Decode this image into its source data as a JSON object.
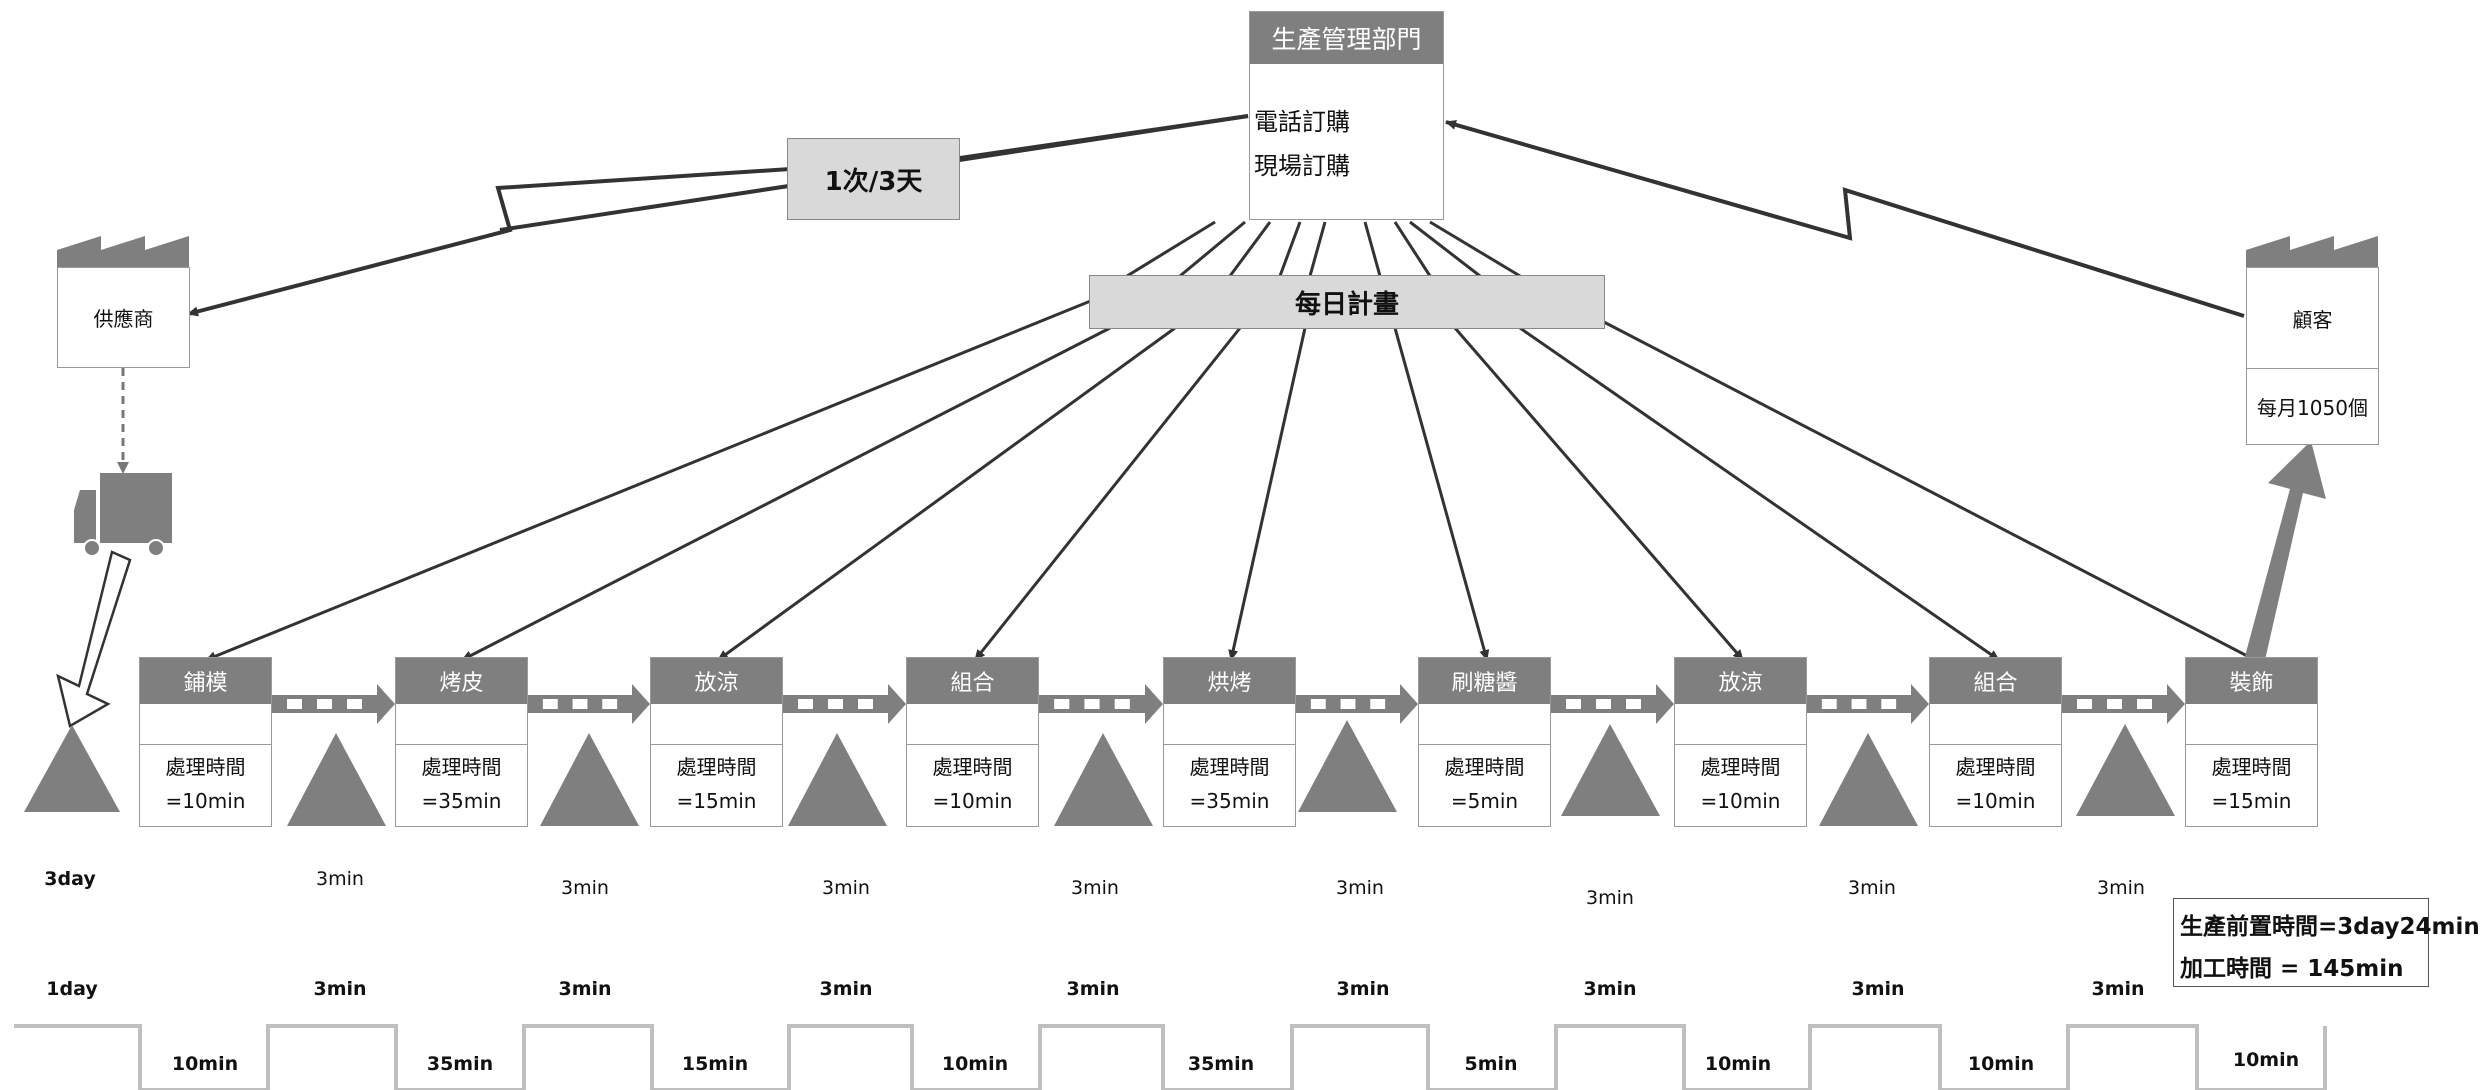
{
  "control": {
    "title": "生產管理部門",
    "line1": "電話訂購",
    "line2": "現場訂購"
  },
  "freq_label": "1次/3天",
  "schedule_label": "每日計畫",
  "supplier": {
    "name": "供應商"
  },
  "customer": {
    "name": "顧客",
    "demand": "每月1050個"
  },
  "processes": [
    {
      "name": "鋪模",
      "time_label": "處理時間",
      "time": "=10min"
    },
    {
      "name": "烤皮",
      "time_label": "處理時間",
      "time": "=35min"
    },
    {
      "name": "放涼",
      "time_label": "處理時間",
      "time": "=15min"
    },
    {
      "name": "組合",
      "time_label": "處理時間",
      "time": "=10min"
    },
    {
      "name": "烘烤",
      "time_label": "處理時間",
      "time": "=35min"
    },
    {
      "name": "刷糖醬",
      "time_label": "處理時間",
      "time": "=5min"
    },
    {
      "name": "放涼",
      "time_label": "處理時間",
      "time": "=10min"
    },
    {
      "name": "組合",
      "time_label": "處理時間",
      "time": "=10min"
    },
    {
      "name": "裝飾",
      "time_label": "處理時間",
      "time": "=15min"
    }
  ],
  "inventory_labels": [
    "3day",
    "3min",
    "3min",
    "3min",
    "3min",
    "3min",
    "3min",
    "3min",
    "3min"
  ],
  "timeline_wait": [
    "1day",
    "3min",
    "3min",
    "3min",
    "3min",
    "3min",
    "3min",
    "3min",
    "3min"
  ],
  "timeline_proc": [
    "10min",
    "35min",
    "15min",
    "10min",
    "35min",
    "5min",
    "10min",
    "10min",
    "10min"
  ],
  "summary": {
    "lead_time": "生產前置時間=3day24min",
    "process_time": "加工時間 = 145min"
  },
  "colors": {
    "header": "#7f7f7f",
    "triangle": "#7f7f7f",
    "plate": "#d9d9d9",
    "line": "#333333",
    "timeline": "#bfbfbf"
  }
}
